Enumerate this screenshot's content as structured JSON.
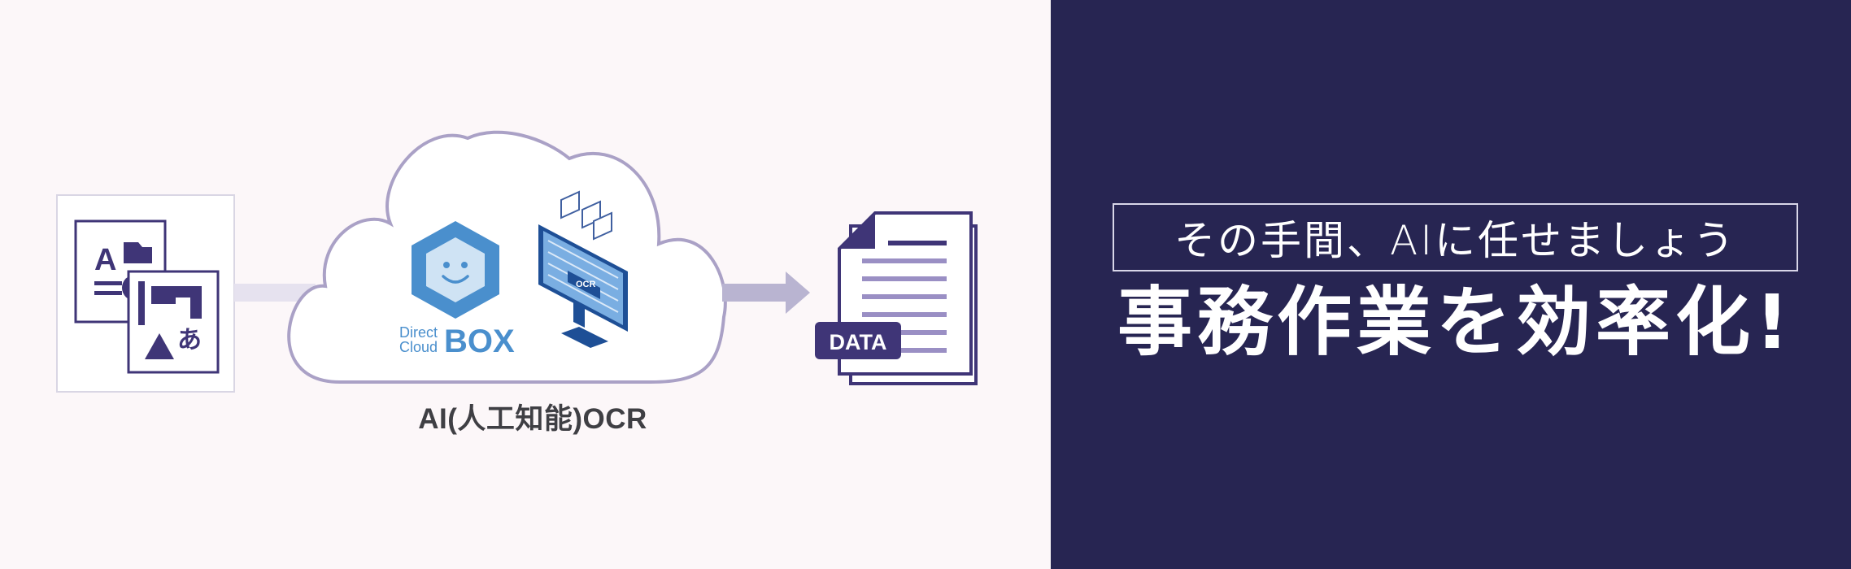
{
  "colors": {
    "left_background": "#fcf7f9",
    "right_background": "#272552",
    "accent_purple": "#3f3577",
    "cloud_outline": "#aaa1c6",
    "box_blue": "#4a8fcd",
    "arrow": "#b9b4d1",
    "text_dark": "#3f3f44",
    "white": "#ffffff"
  },
  "icons": {
    "source_documents": "documents-icon",
    "cloud": "cloud-icon",
    "logo": "directcloud-box-icon",
    "monitor": "ocr-monitor-icon",
    "output_document": "data-document-icon",
    "arrow": "arrow-right-icon"
  },
  "logo": {
    "line1": "Direct",
    "line2": "Cloud",
    "word": "BOX"
  },
  "doc_glyphs": {
    "letter_a": "A",
    "hiragana_a": "あ"
  },
  "monitor_label": "OCR",
  "data_badge": "DATA",
  "ocr_caption": "AI(人工知能)OCR",
  "subtitle": "その手間、AIに任せましょう",
  "headline": "事務作業を効率化!"
}
